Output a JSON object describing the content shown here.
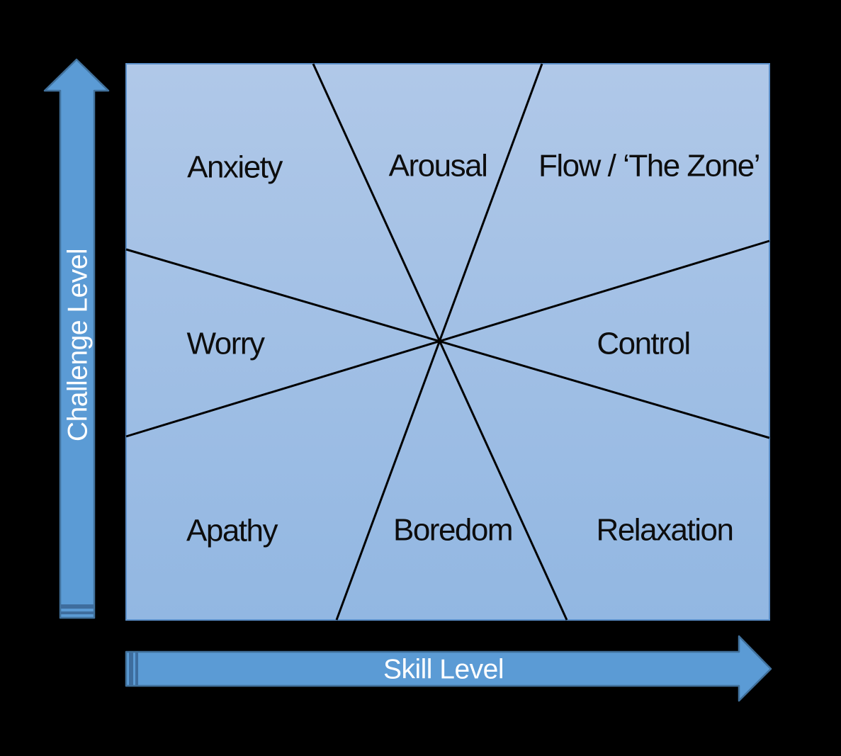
{
  "diagram": {
    "type": "flow-model",
    "regions": [
      {
        "label": "Anxiety"
      },
      {
        "label": "Arousal"
      },
      {
        "label": "Flow / ‘The Zone’"
      },
      {
        "label": "Worry"
      },
      {
        "label": "Control"
      },
      {
        "label": "Apathy"
      },
      {
        "label": "Boredom"
      },
      {
        "label": "Relaxation"
      }
    ],
    "y_axis_label": "Challenge Level",
    "x_axis_label": "Skill Level",
    "colors": {
      "background": "#000000",
      "area_fill_top": "#b0c8e8",
      "area_fill_bottom": "#92b7e2",
      "area_border": "#5b8fc9",
      "divider_line": "#000000",
      "arrow_fill": "#5b9bd5",
      "arrow_border": "#41719c",
      "axis_text": "#ffffff",
      "region_text": "#000000"
    }
  }
}
